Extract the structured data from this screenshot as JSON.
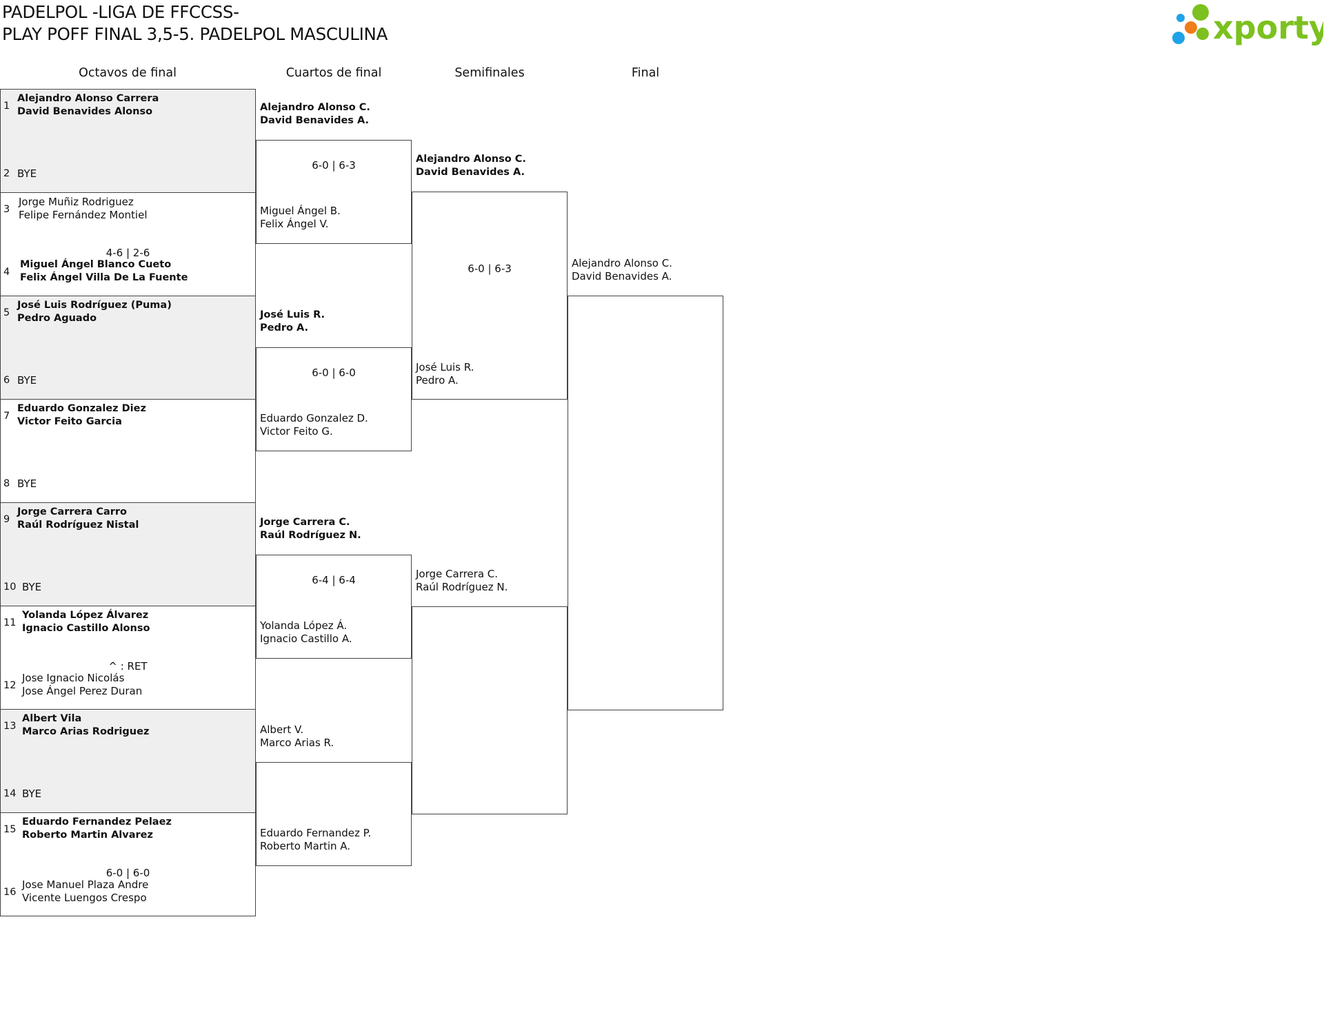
{
  "header": {
    "title_line1": "PADELPOL -LIGA DE FFCCSS-",
    "title_line2": "PLAY POFF FINAL 3,5-5. PADELPOL MASCULINA",
    "logo_text": "xporty",
    "logo_colors": {
      "text": "#7cc11f",
      "dot_green": "#7cc11f",
      "dot_orange": "#ef7d1a",
      "dot_blue": "#1ea3e8"
    }
  },
  "rounds": [
    "Octavos de final",
    "Cuartos de final",
    "Semifinales",
    "Final"
  ],
  "r16": {
    "seeds": [
      "1",
      "2",
      "3",
      "4",
      "5",
      "6",
      "7",
      "8",
      "9",
      "10",
      "11",
      "12",
      "13",
      "14",
      "15",
      "16"
    ],
    "teams": [
      [
        "Alejandro Alonso Carrera",
        "David Benavides Alonso"
      ],
      [
        "BYE"
      ],
      [
        "Jorge Muñiz Rodriguez",
        "Felipe Fernández Montiel"
      ],
      [
        "Miguel Ángel Blanco Cueto",
        "Felix Ángel Villa De La Fuente"
      ],
      [
        "José Luis Rodríguez (Puma)",
        "Pedro Aguado"
      ],
      [
        "BYE"
      ],
      [
        "Eduardo Gonzalez Diez",
        "Victor Feito Garcia"
      ],
      [
        "BYE"
      ],
      [
        "Jorge Carrera Carro",
        "Raúl Rodríguez Nistal"
      ],
      [
        "BYE"
      ],
      [
        "Yolanda López Álvarez",
        "Ignacio Castillo Alonso"
      ],
      [
        "Jose Ignacio Nicolás",
        "Jose Ángel Perez Duran"
      ],
      [
        "Albert Vila",
        "Marco Arias Rodriguez"
      ],
      [
        "BYE"
      ],
      [
        "Eduardo Fernandez Pelaez",
        "Roberto Martin Alvarez"
      ],
      [
        "Jose Manuel Plaza Andre",
        "Vicente Luengos Crespo"
      ]
    ],
    "scores": [
      "",
      "4-6 | 2-6",
      "",
      "",
      "",
      "^ : RET",
      "",
      "6-0 | 6-0"
    ]
  },
  "qf": {
    "teams": [
      [
        "Alejandro Alonso C.",
        "David Benavides A."
      ],
      [
        "Miguel Ángel B.",
        "Felix Ángel V."
      ],
      [
        "José Luis R.",
        "Pedro A."
      ],
      [
        "Eduardo Gonzalez D.",
        "Victor Feito G."
      ],
      [
        "Jorge Carrera C.",
        "Raúl Rodríguez N."
      ],
      [
        "Yolanda López Á.",
        "Ignacio Castillo A."
      ],
      [
        "Albert V.",
        "Marco Arias R."
      ],
      [
        "Eduardo Fernandez P.",
        "Roberto Martin A."
      ]
    ],
    "scores": [
      "6-0 | 6-3",
      "6-0 | 6-0",
      "6-4 | 6-4",
      ""
    ]
  },
  "sf": {
    "teams": [
      [
        "Alejandro Alonso C.",
        "David Benavides A."
      ],
      [
        "José Luis R.",
        "Pedro A."
      ],
      [
        "Jorge Carrera C.",
        "Raúl Rodríguez N."
      ],
      [
        "",
        ""
      ]
    ],
    "scores": [
      "6-0 | 6-3",
      ""
    ]
  },
  "final": {
    "teams": [
      [
        "Alejandro Alonso C.",
        "David Benavides A."
      ],
      [
        "",
        ""
      ]
    ]
  }
}
